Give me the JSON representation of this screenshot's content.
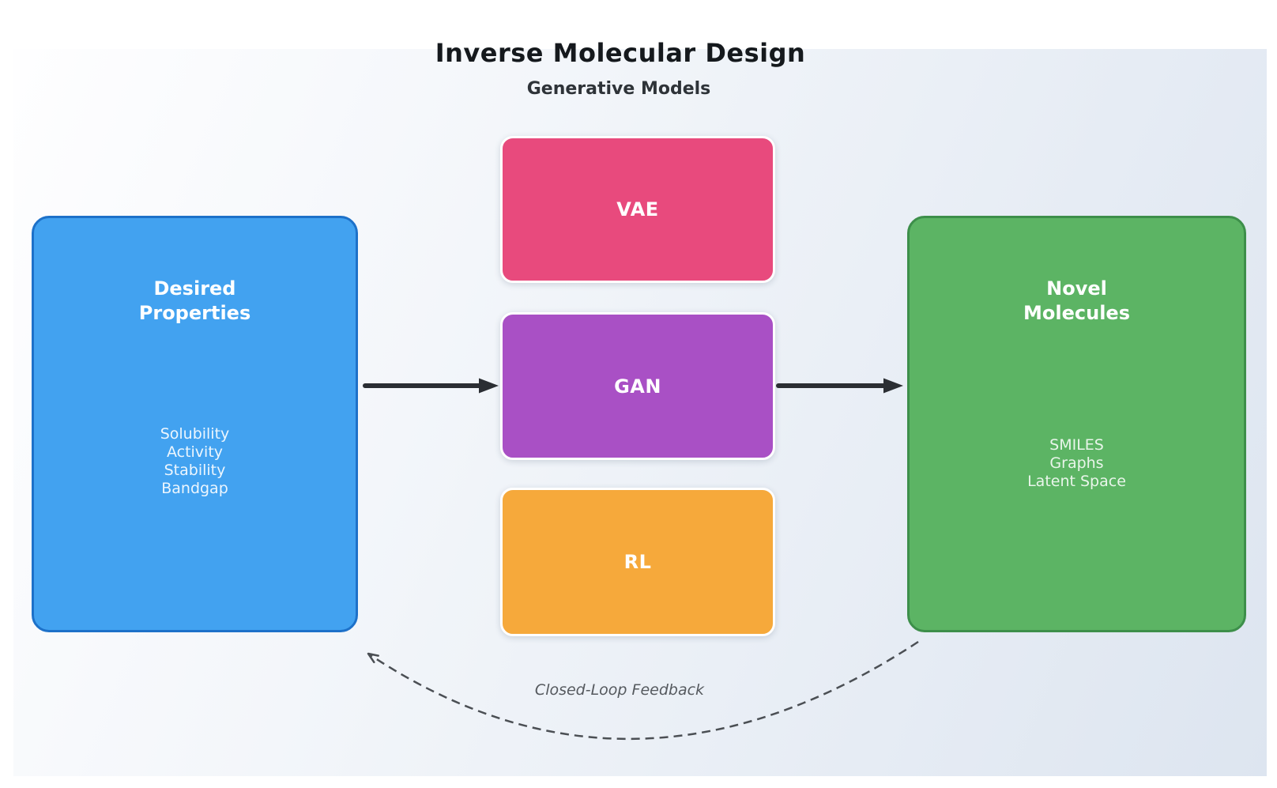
{
  "title": "Inverse Molecular Design",
  "subtitle": "Generative Models",
  "nodes": {
    "desired": {
      "title": "Desired\nProperties",
      "items": [
        "Solubility",
        "Activity",
        "Stability",
        "Bandgap"
      ]
    },
    "vae": {
      "label": "VAE"
    },
    "gan": {
      "label": "GAN"
    },
    "rl": {
      "label": "RL"
    },
    "novel": {
      "title": "Novel\nMolecules",
      "items": [
        "SMILES",
        "Graphs",
        "Latent Space"
      ]
    }
  },
  "feedback": {
    "label": "Closed-Loop Feedback"
  },
  "colors": {
    "desired_fill": "#42a2f0",
    "desired_border": "#1d71c9",
    "vae_fill": "#e84a7d",
    "gan_fill": "#a950c5",
    "rl_fill": "#f6a93b",
    "novel_fill": "#5cb464",
    "novel_border": "#3d8f4a",
    "arrow": "#2b2e33",
    "feedback_arrow": "#4b4f54",
    "background_start": "#fefeff",
    "background_end": "#dde5f0"
  }
}
